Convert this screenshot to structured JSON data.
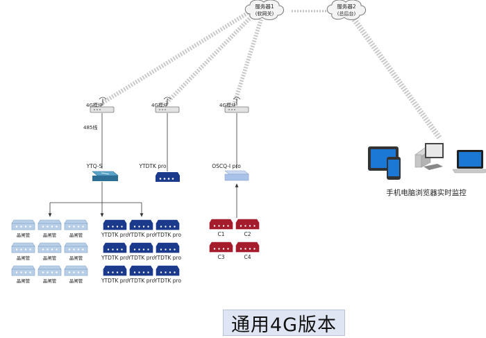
{
  "servers": [
    {
      "name": "服务器1",
      "sub": "(软网关)"
    },
    {
      "name": "服务器2",
      "sub": "(总后台)"
    }
  ],
  "modules": [
    "4G模块",
    "4G模块",
    "4G模块"
  ],
  "link_label": "485线",
  "devices": {
    "ytq": "YTQ-S",
    "ytdtk": "YTDTK pro",
    "oscq": "OSCQ-I pro"
  },
  "grid_left_label": "晶闸管",
  "grid_mid_label": "YTDTK pro",
  "c_labels": [
    "C1",
    "C2",
    "C3",
    "C4"
  ],
  "monitor_caption": "手机电脑浏览器实时监控",
  "title": "通用4G版本",
  "colors": {
    "blue_light": "#b9cfe8",
    "navy": "#1c3a8c",
    "red": "#a51c2c",
    "teal": "#2c6e94",
    "screen": "#1b78d4"
  }
}
